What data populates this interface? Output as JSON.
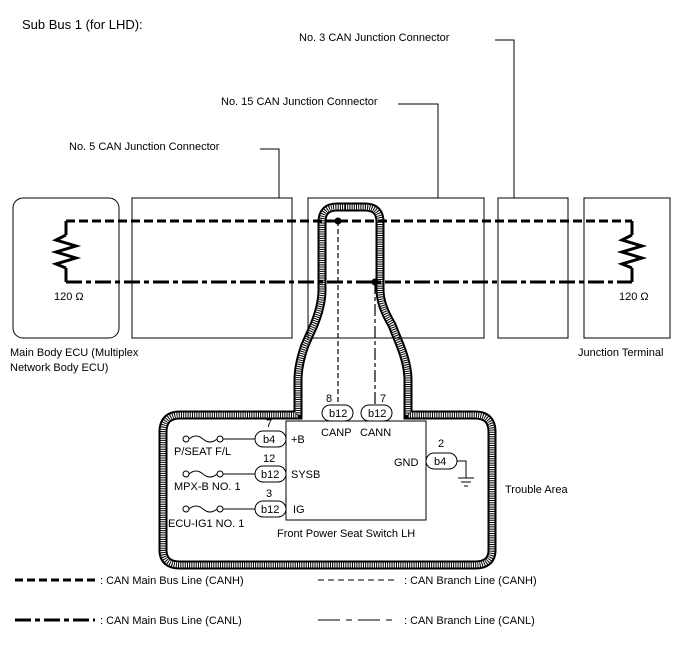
{
  "title": "Sub Bus 1 (for LHD):",
  "connectors": {
    "no3": "No. 3 CAN Junction Connector",
    "no15": "No. 15 CAN Junction Connector",
    "no5": "No. 5 CAN Junction Connector"
  },
  "ecu": {
    "main_body_line1": "Main Body ECU (Multiplex",
    "main_body_line2": "Network Body ECU)",
    "junction_terminal": "Junction Terminal",
    "resistor_left": "120 Ω",
    "resistor_right": "120 Ω"
  },
  "switch": {
    "name": "Front Power Seat Switch LH",
    "pins": {
      "canp_num": "8",
      "canp_conn": "b12",
      "canp_label": "CANP",
      "cann_num": "7",
      "cann_conn": "b12",
      "cann_label": "CANN",
      "b_num": "7",
      "b_conn": "b4",
      "b_label": "+B",
      "sysb_num": "12",
      "sysb_conn": "b12",
      "sysb_label": "SYSB",
      "ig_num": "3",
      "ig_conn": "b12",
      "ig_label": "IG",
      "gnd_num": "2",
      "gnd_conn": "b4",
      "gnd_label": "GND"
    },
    "fuses": {
      "seat": "P/SEAT F/L",
      "mpx": "MPX-B NO. 1",
      "ecu": "ECU-IG1 NO. 1"
    }
  },
  "trouble_area": "Trouble Area",
  "legend": {
    "canh_main": ": CAN Main Bus Line (CANH)",
    "canl_main": ": CAN Main Bus Line (CANL)",
    "canh_branch": ": CAN Branch Line (CANH)",
    "canl_branch": ": CAN Branch Line (CANL)"
  }
}
